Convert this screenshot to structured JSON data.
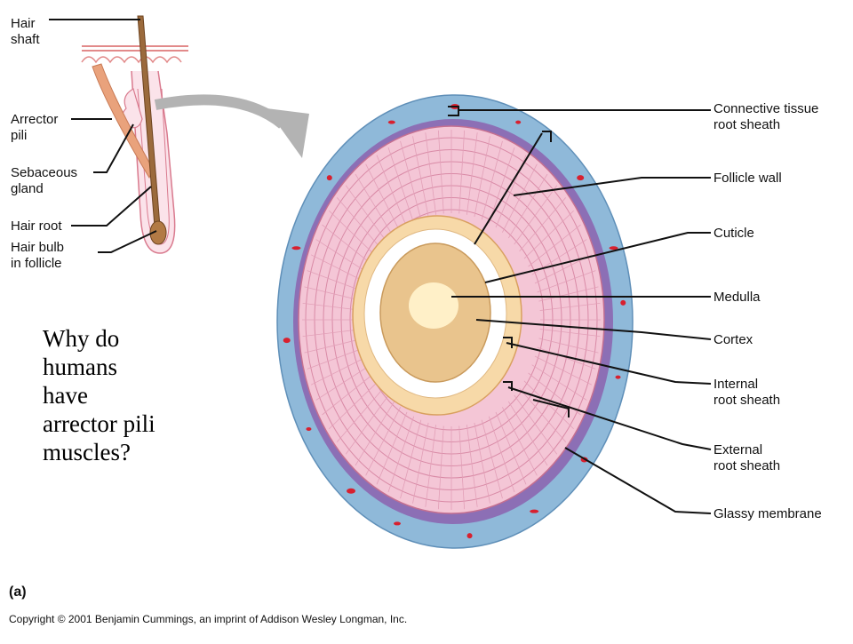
{
  "left_labels": {
    "hair_shaft": [
      "Hair",
      "shaft"
    ],
    "arrector_pili": [
      "Arrector",
      "pili"
    ],
    "sebaceous_gland": [
      "Sebaceous",
      "gland"
    ],
    "hair_root": [
      "Hair root"
    ],
    "hair_bulb": [
      "Hair bulb",
      "in follicle"
    ]
  },
  "right_labels": {
    "connective_tissue": [
      "Connective tissue",
      "root sheath"
    ],
    "follicle_wall": [
      "Follicle wall"
    ],
    "cuticle": [
      "Cuticle"
    ],
    "medulla": [
      "Medulla"
    ],
    "cortex": [
      "Cortex"
    ],
    "internal_root_sheath": [
      "Internal",
      "root sheath"
    ],
    "external_root_sheath": [
      "External",
      "root sheath"
    ],
    "glassy_membrane": [
      "Glassy membrane"
    ]
  },
  "question": [
    "Why do",
    "humans",
    "have",
    "arrector pili",
    "muscles?"
  ],
  "panel_label": "(a)",
  "copyright": "Copyright © 2001 Benjamin Cummings, an imprint of Addison Wesley Longman, Inc.",
  "colors": {
    "connective_tissue": "#8fb9d9",
    "glassy_membrane": "#8c6fb5",
    "follicle_cells": "#f4c6d6",
    "inner_sheath": "#f7d9a8",
    "cuticle": "#ffffff",
    "cortex": "#e9c48d",
    "medulla": "#fff0c8",
    "hair_shaft": "#9b6a3c",
    "arrector": "#e9a27c",
    "arrow": "#b3b3b3"
  }
}
